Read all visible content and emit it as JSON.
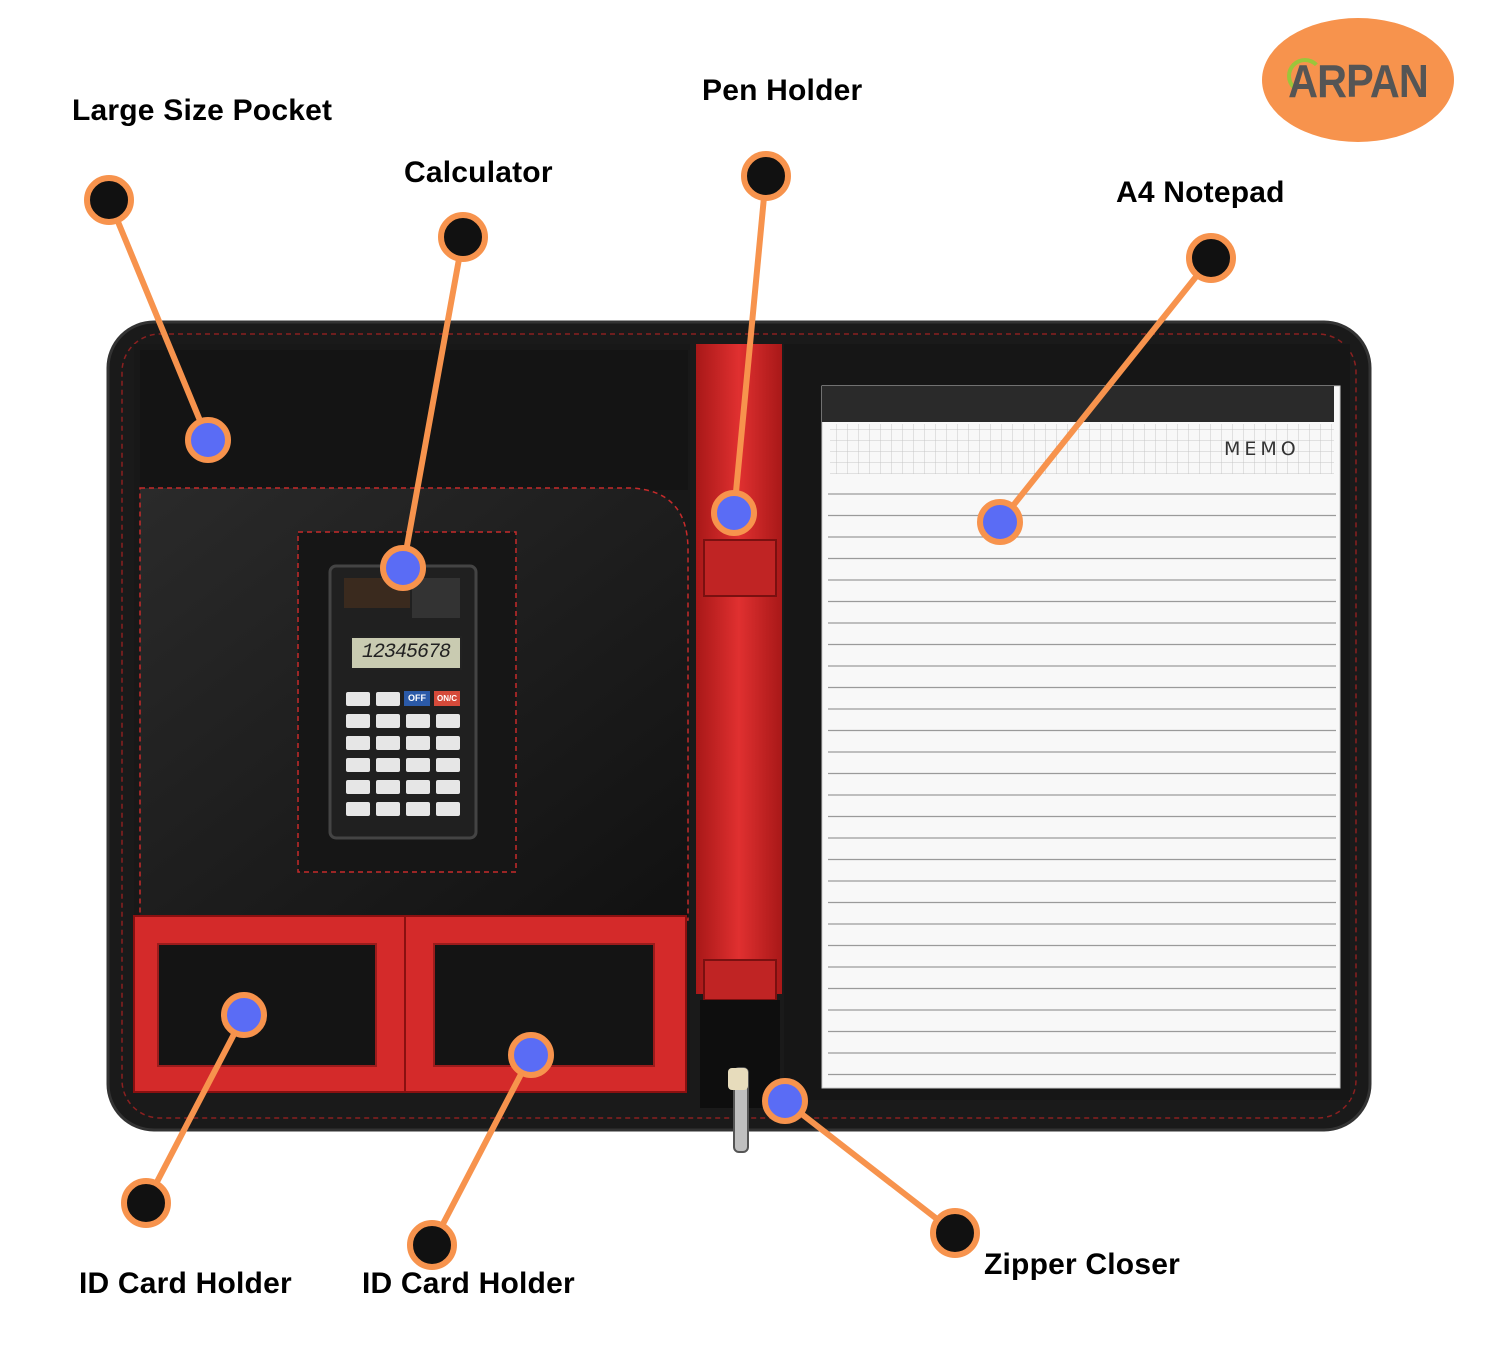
{
  "brand": {
    "logo_text": "ARPAN",
    "logo_color": "#f7934d"
  },
  "callouts": [
    {
      "id": "large-size-pocket",
      "label": "Large Size Pocket"
    },
    {
      "id": "calculator",
      "label": "Calculator"
    },
    {
      "id": "pen-holder",
      "label": "Pen Holder"
    },
    {
      "id": "a4-notepad",
      "label": "A4 Notepad"
    },
    {
      "id": "id-card-holder-left",
      "label": "ID Card Holder"
    },
    {
      "id": "id-card-holder-right",
      "label": "ID Card Holder"
    },
    {
      "id": "zipper-closer",
      "label": "Zipper Closer"
    }
  ],
  "product": {
    "calculator_display": "12345678",
    "calculator_off_label": "OFF",
    "calculator_on_label": "ON/C",
    "notepad_header": "MEMO"
  },
  "colors": {
    "leader_line": "#f7934d",
    "callout_dot_outer": "#111111",
    "callout_marker": "#5a6cf5",
    "folio_black": "#1c1c1c",
    "folio_red": "#d42a2a"
  }
}
